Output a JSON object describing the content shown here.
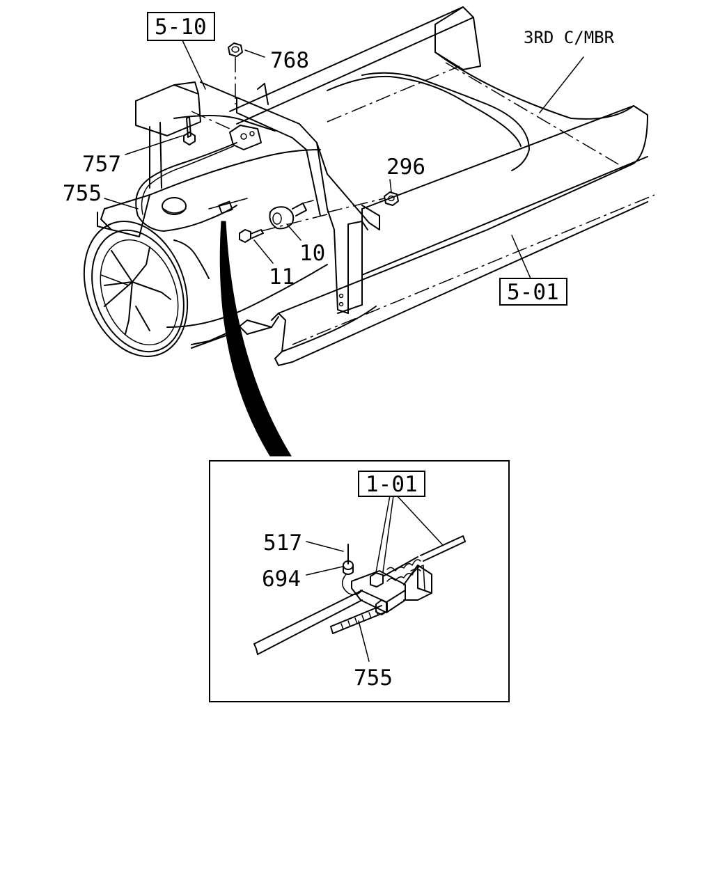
{
  "diagram": {
    "labels": {
      "ref_5_10": "5-10",
      "ref_5_01": "5-01",
      "ref_1_01": "1-01",
      "frame_member": "3RD C/MBR",
      "part_768": "768",
      "part_757": "757",
      "part_755_main": "755",
      "part_296": "296",
      "part_10": "10",
      "part_11": "11",
      "part_517": "517",
      "part_694": "694",
      "part_755_detail": "755"
    }
  }
}
